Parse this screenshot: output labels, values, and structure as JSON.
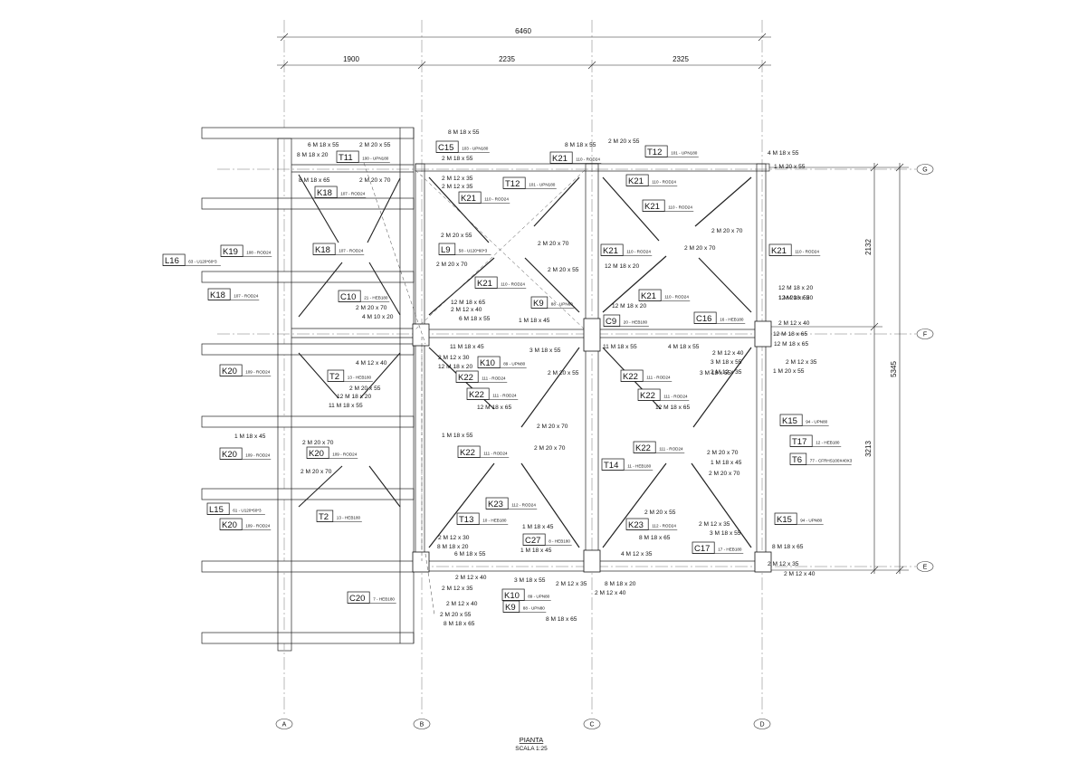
{
  "title": {
    "name": "PIANTA",
    "scale": "SCALA 1:25"
  },
  "dimensions": {
    "total": "6460",
    "bays": [
      "1900",
      "2235",
      "2325"
    ],
    "right_total": "5345",
    "right_upper": "2132",
    "right_lower": "3213"
  },
  "grid_cols": [
    "A",
    "B",
    "C",
    "D"
  ],
  "grid_rows": [
    "G",
    "F",
    "E"
  ],
  "members": [
    {
      "tag": "C15",
      "prof": "103 - UPN180"
    },
    {
      "tag": "T11",
      "prof": "100 - UPN180"
    },
    {
      "tag": "K18",
      "prof": "107 - ROD24"
    },
    {
      "tag": "K19",
      "prof": "108 - ROD24"
    },
    {
      "tag": "K18",
      "prof": "107 - ROD24"
    },
    {
      "tag": "L16",
      "prof": "63 - U120*60*3"
    },
    {
      "tag": "K18",
      "prof": "107 - ROD24"
    },
    {
      "tag": "C10",
      "prof": "21 - HEB180"
    },
    {
      "tag": "K21",
      "prof": "110 - ROD24"
    },
    {
      "tag": "T12",
      "prof": "101 - UPN180"
    },
    {
      "tag": "K21",
      "prof": "110 - ROD24"
    },
    {
      "tag": "T12",
      "prof": "101 - UPN180"
    },
    {
      "tag": "K21",
      "prof": "110 - ROD24"
    },
    {
      "tag": "K21",
      "prof": "110 - ROD24"
    },
    {
      "tag": "L9",
      "prof": "58 - U120*60*3"
    },
    {
      "tag": "K21",
      "prof": "110 - ROD24"
    },
    {
      "tag": "K21",
      "prof": "110 - ROD24"
    },
    {
      "tag": "K21",
      "prof": "110 - ROD24"
    },
    {
      "tag": "K21",
      "prof": "110 - ROD24"
    },
    {
      "tag": "K9",
      "prof": "88 - UPN80"
    },
    {
      "tag": "C9",
      "prof": "20 - HEB180"
    },
    {
      "tag": "C16",
      "prof": "16 - HEB180"
    },
    {
      "tag": "K20",
      "prof": "109 - ROD24"
    },
    {
      "tag": "T2",
      "prof": "13 - HEB180"
    },
    {
      "tag": "K10",
      "prof": "89 - UPN80"
    },
    {
      "tag": "K22",
      "prof": "111 - ROD24"
    },
    {
      "tag": "K22",
      "prof": "111 - ROD24"
    },
    {
      "tag": "K22",
      "prof": "111 - ROD24"
    },
    {
      "tag": "K22",
      "prof": "111 - ROD24"
    },
    {
      "tag": "K15",
      "prof": "94 - UPN80"
    },
    {
      "tag": "K20",
      "prof": "109 - ROD24"
    },
    {
      "tag": "K20",
      "prof": "109 - ROD24"
    },
    {
      "tag": "K22",
      "prof": "111 - ROD24"
    },
    {
      "tag": "K22",
      "prof": "111 - ROD24"
    },
    {
      "tag": "T17",
      "prof": "12 - HEB180"
    },
    {
      "tag": "T6",
      "prof": "77 - CFRHS100X40X3"
    },
    {
      "tag": "T14",
      "prof": "11 - HEB180"
    },
    {
      "tag": "K23",
      "prof": "112 - ROD24"
    },
    {
      "tag": "L15",
      "prof": "61 - U120*60*3"
    },
    {
      "tag": "K20",
      "prof": "109 - ROD24"
    },
    {
      "tag": "T2",
      "prof": "13 - HEB180"
    },
    {
      "tag": "T13",
      "prof": "10 - HEB180"
    },
    {
      "tag": "K23",
      "prof": "112 - ROD24"
    },
    {
      "tag": "K15",
      "prof": "94 - UPN80"
    },
    {
      "tag": "C27",
      "prof": "8 - HEB180"
    },
    {
      "tag": "C17",
      "prof": "17 - HEB180"
    },
    {
      "tag": "C20",
      "prof": "7 - HEB180"
    },
    {
      "tag": "K10",
      "prof": "89 - UPN80"
    },
    {
      "tag": "K9",
      "prof": "88 - UPN80"
    }
  ],
  "bolts": [
    "8 M 18 x 55",
    "6 M 18 x 55",
    "2 M 20 x 55",
    "8 M 18 x 20",
    "2 M 18 x 55",
    "8 M 18 x 55",
    "2 M 20 x 55",
    "4 M 18 x 55",
    "1 M 20 x 55",
    "2 M 12 x 35",
    "2 M 12 x 35",
    "8 M 18 x 65",
    "2 M 20 x 70",
    "2 M 20 x 55",
    "2 M 20 x 70",
    "2 M 20 x 70",
    "2 M 20 x 70",
    "2 M 20 x 70",
    "2 M 20 x 55",
    "12 M 18 x 20",
    "12 M 18 x 65",
    "2 M 12 x 40",
    "2 M 20 x 70",
    "4 M 10 x 20",
    "6 M 18 x 55",
    "1 M 18 x 45",
    "12 M 18 x 20",
    "12 M 18 x 20",
    "1 M 20 x 55",
    "12 M 18 x 20",
    "2 M 12 x 40",
    "12 M 18 x 65",
    "12 M 18 x 65",
    "4 M 12 x 40",
    "11 M 18 x 45",
    "2 M 12 x 30",
    "12 M 18 x 20",
    "3 M 18 x 55",
    "11 M 18 x 55",
    "4 M 18 x 55",
    "2 M 12 x 40",
    "3 M 18 x 55",
    "2 M 12 x 35",
    "3 M 18 x 55",
    "2 M 12 x 35",
    "1 M 20 x 55",
    "2 M 20 x 55",
    "2 M 20 x 55",
    "12 M 18 x 20",
    "11 M 18 x 55",
    "12 M 18 x 65",
    "12 M 18 x 65",
    "2 M 20 x 70",
    "1 M 18 x 45",
    "2 M 20 x 70",
    "2 M 20 x 70",
    "1 M 18 x 55",
    "2 M 20 x 70",
    "2 M 20 x 70",
    "1 M 18 x 45",
    "2 M 20 x 70",
    "2 M 20 x 55",
    "8 M 18 x 65",
    "2 M 12 x 35",
    "3 M 18 x 55",
    "1 M 18 x 45",
    "2 M 12 x 30",
    "8 M 18 x 20",
    "6 M 18 x 55",
    "1 M 18 x 45",
    "4 M 12 x 35",
    "8 M 18 x 65",
    "2 M 12 x 40",
    "2 M 12 x 35",
    "3 M 18 x 55",
    "2 M 12 x 35",
    "8 M 18 x 20",
    "2 M 12 x 35",
    "2 M 12 x 40",
    "2 M 12 x 40",
    "2 M 20 x 55",
    "8 M 18 x 65",
    "8 M 18 x 65",
    "2 M 12 x 40"
  ]
}
